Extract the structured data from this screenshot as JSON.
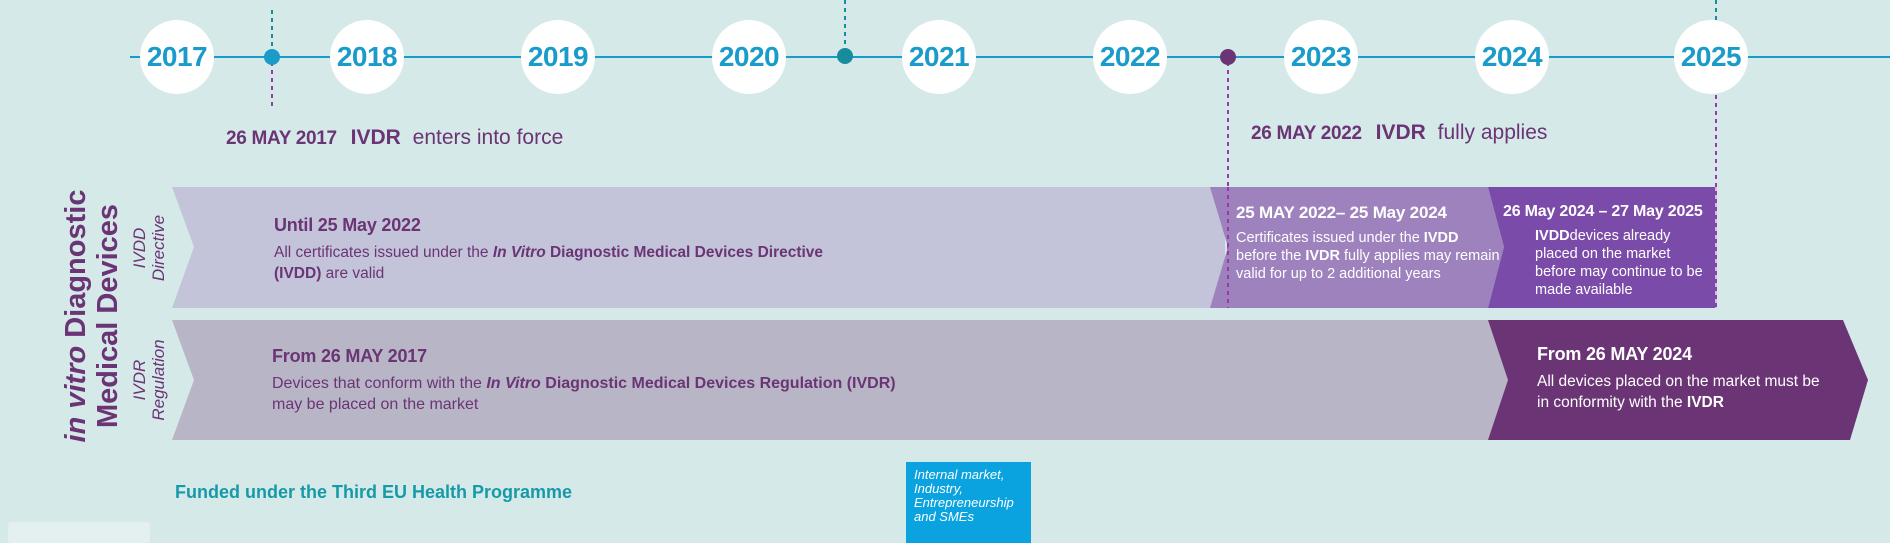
{
  "timeline": {
    "years": [
      "2017",
      "2018",
      "2019",
      "2020",
      "2021",
      "2022",
      "2023",
      "2024",
      "2025"
    ]
  },
  "milestones": {
    "enter_force": {
      "date": "26 MAY 2017",
      "acronym": "IVDR",
      "text": "enters into force"
    },
    "fully_applies": {
      "date": "26 MAY 2022",
      "acronym": "IVDR",
      "text": "fully applies"
    }
  },
  "side_title": {
    "emphasis": "in vitro",
    "line1_rest": "Diagnostic",
    "line2": "Medical Devices"
  },
  "rows": {
    "directive": {
      "line1": "IVDD",
      "line2": "Directive"
    },
    "regulation": {
      "line1": "IVDR",
      "line2": "Regulation"
    }
  },
  "bands": {
    "directive_main": {
      "heading": "Until 25 May 2022",
      "body_pre": "All certificates issued under the ",
      "body_em": "In Vitro",
      "body_bold": " Diagnostic Medical Devices Directive (IVDD)",
      "body_post": " are valid"
    },
    "transition": {
      "heading": "25 MAY 2022– 25 May 2024",
      "p1": "Certificates issued under the ",
      "b1": "IVDD",
      "p2": "before the ",
      "b2": "IVDR",
      "p3": " fully applies may remain valid for up to 2 additional years"
    },
    "sell_off": {
      "heading": "26 May 2024 – 27 May 2025",
      "b1": "IVDD",
      "p1": "devices already placed on the market before may continue to be made available"
    },
    "regulation_main": {
      "heading": "From 26 MAY 2017",
      "body_pre": "Devices that conform with the ",
      "body_em": "In Vitro",
      "body_bold": " Diagnostic Medical Devices Regulation (IVDR)",
      "body_post": " may be placed on the market"
    },
    "regulation_end": {
      "heading": "From 26 MAY 2024",
      "body_pre": "All devices placed on the market must be in conformity with the ",
      "body_bold": "IVDR"
    }
  },
  "footer": {
    "funded": "Funded under the Third EU Health Programme",
    "dg_box": "Internal market, Industry, Entrepreneurship and SMEs"
  },
  "colors": {
    "background": "#d6e9e9",
    "timeline": "#1a9bc9",
    "purple": "#6a3475",
    "directive_band": "#c3c4da",
    "regulation_band": "#b8b6c6",
    "transition": "#9d82bd",
    "sell_off": "#7a4ba8",
    "regulation_end": "#6a3475"
  }
}
